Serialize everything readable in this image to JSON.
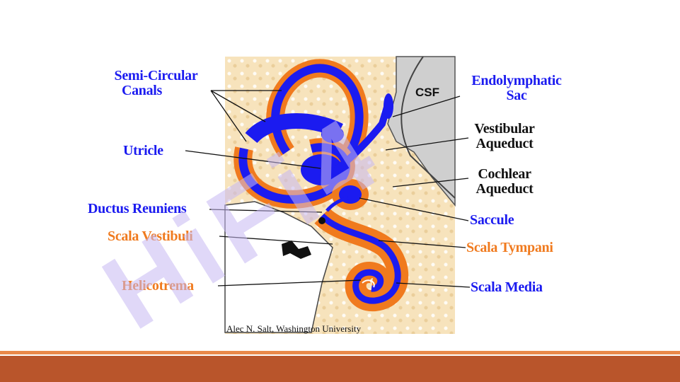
{
  "colors": {
    "blue": "#1b1bf0",
    "orange": "#f07a1e",
    "dark_orange": "#b9552b",
    "watermark": "#c7b8f2"
  },
  "labels": {
    "semi_circular_line1": "Semi-Circular",
    "semi_circular_line2": "Canals",
    "utricle": "Utricle",
    "ductus_reuniens": "Ductus Reuniens",
    "scala_vestibuli": "Scala Vestibuli",
    "helicotrema": "Helicotrema",
    "endolymphatic_line1": "Endolymphatic",
    "endolymphatic_line2": "Sac",
    "vestibular_line1": "Vestibular",
    "vestibular_line2": "Aqueduct",
    "cochlear_line1": "Cochlear",
    "cochlear_line2": "Aqueduct",
    "saccule": "Saccule",
    "scala_tympani": "Scala Tympani",
    "scala_media": "Scala Media",
    "csf": "CSF"
  },
  "credit": "Alec N. Salt, Washington University",
  "watermark": {
    "text": "HiFi4"
  }
}
